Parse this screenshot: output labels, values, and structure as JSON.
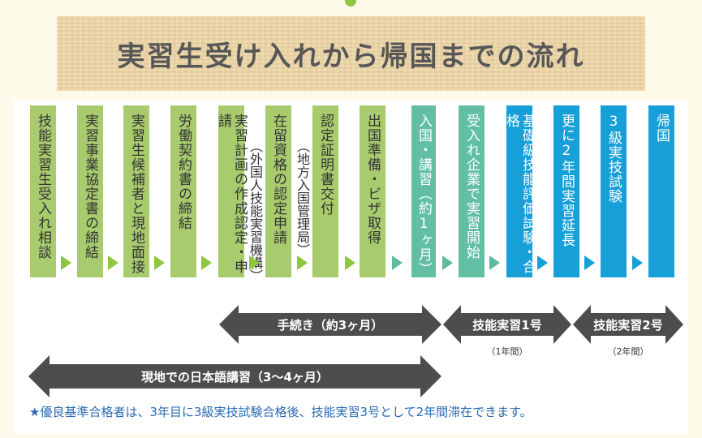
{
  "title": "実習生受け入れから帰国までの流れ",
  "steps": [
    {
      "label": "技能実習生受入れ相談"
    },
    {
      "label": "実習事業協定書の締結"
    },
    {
      "label": "実習生候補者と現地面接"
    },
    {
      "label": "労働契約書の締結"
    },
    {
      "label": "実習計画の作成認定・申請"
    },
    {
      "label": "（外国人技能実習機構）"
    },
    {
      "label": "在留資格の認定申請"
    },
    {
      "label": "（地方入国管理局）"
    },
    {
      "label": "認定証明書交付"
    },
    {
      "label": "出国準備・ビザ取得"
    },
    {
      "label": "入国・講習（約1ヶ月）"
    },
    {
      "label": "受入れ企業で実習開始"
    },
    {
      "label": "基礎級技能評価試験・合格"
    },
    {
      "label": "更に2年間実習延長"
    },
    {
      "label": "3級実技試験"
    },
    {
      "label": "帰国"
    }
  ],
  "arrows": {
    "procedures": "手続き（約3ヶ月）",
    "training1": "技能実習1号",
    "training1_sub": "（1年間）",
    "training2": "技能実習2号",
    "training2_sub": "（2年間）",
    "language": "現地での日本語講習（3～4ヶ月）"
  },
  "note": "★優良基準合格者は、3年目に3級実技試験合格後、技能実習3号として2年間滞在できます。",
  "colors": {
    "green": "#a7cb6d",
    "teal": "#62bfa3",
    "blue": "#179fd8",
    "arrow": "#4d4d4d",
    "note": "#2b6ab3"
  }
}
